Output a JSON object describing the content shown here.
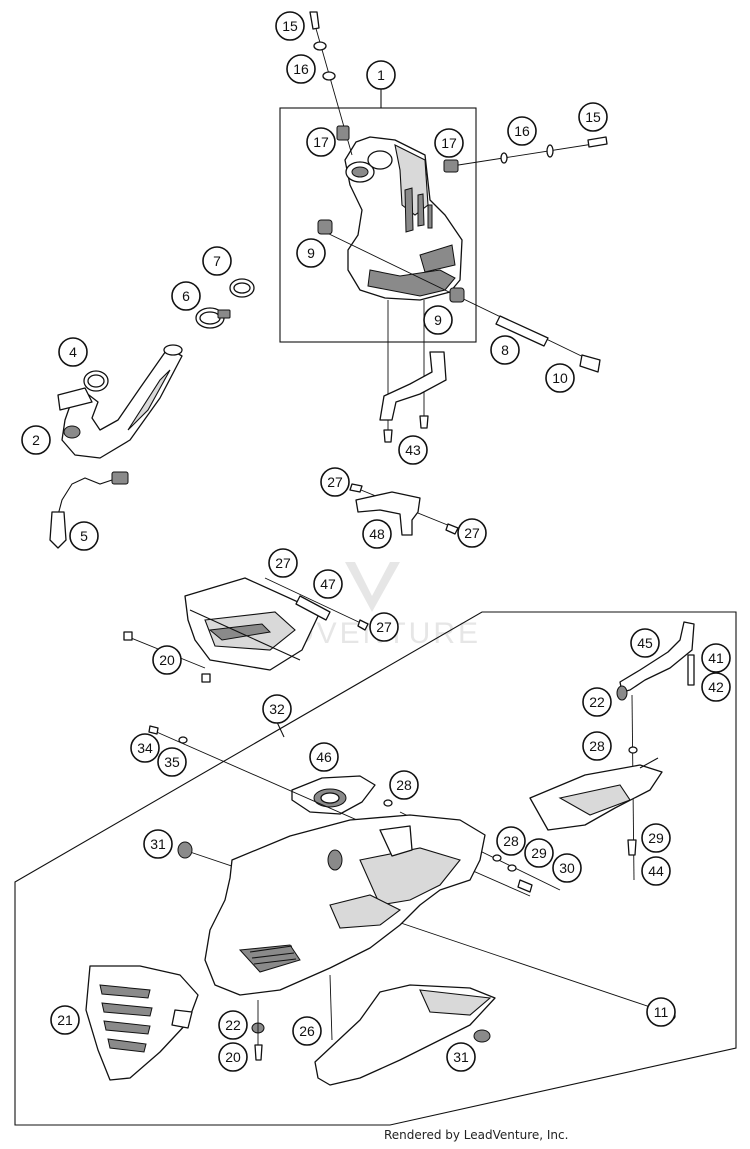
{
  "watermark": "ADVENTURE",
  "footer": "Rendered by LeadVenture, Inc.",
  "callouts": [
    "15",
    "16",
    "1",
    "17",
    "17",
    "16",
    "15",
    "9",
    "9",
    "7",
    "6",
    "8",
    "4",
    "10",
    "2",
    "43",
    "5",
    "27",
    "27",
    "48",
    "27",
    "47",
    "27",
    "20",
    "45",
    "41",
    "42",
    "22",
    "32",
    "28",
    "34",
    "35",
    "46",
    "28",
    "31",
    "28",
    "29",
    "30",
    "29",
    "44",
    "11",
    "21",
    "22",
    "20",
    "26",
    "31"
  ]
}
